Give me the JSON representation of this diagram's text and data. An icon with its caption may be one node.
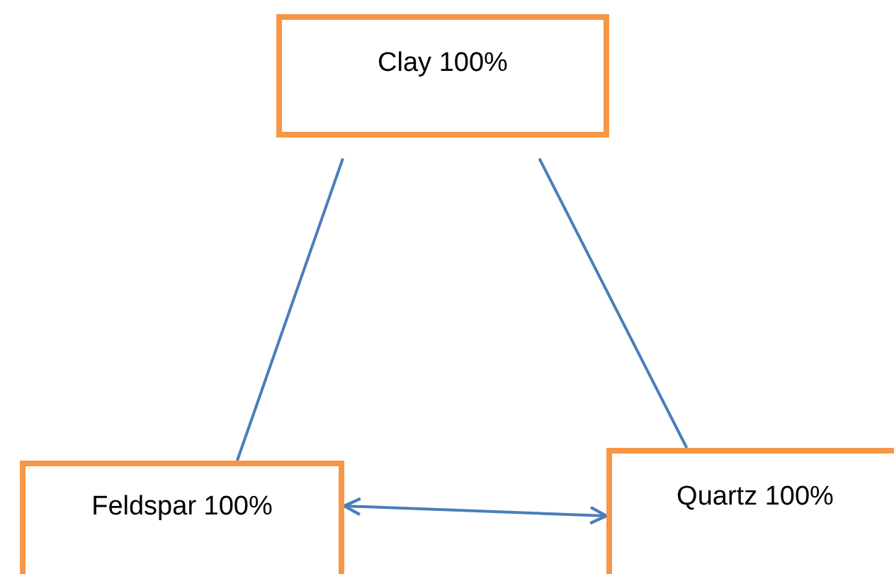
{
  "diagram": {
    "nodes": [
      {
        "text": [
          "Clay 100%"
        ]
      },
      {
        "text": [
          "Feldspar 100%"
        ]
      },
      {
        "text": [
          "Quartz 100%"
        ]
      }
    ],
    "edges": [
      {
        "from": 0,
        "to": 1,
        "arrow": "none"
      },
      {
        "from": 0,
        "to": 2,
        "arrow": "none"
      },
      {
        "from": 1,
        "to": 2,
        "arrow": "both"
      }
    ]
  }
}
